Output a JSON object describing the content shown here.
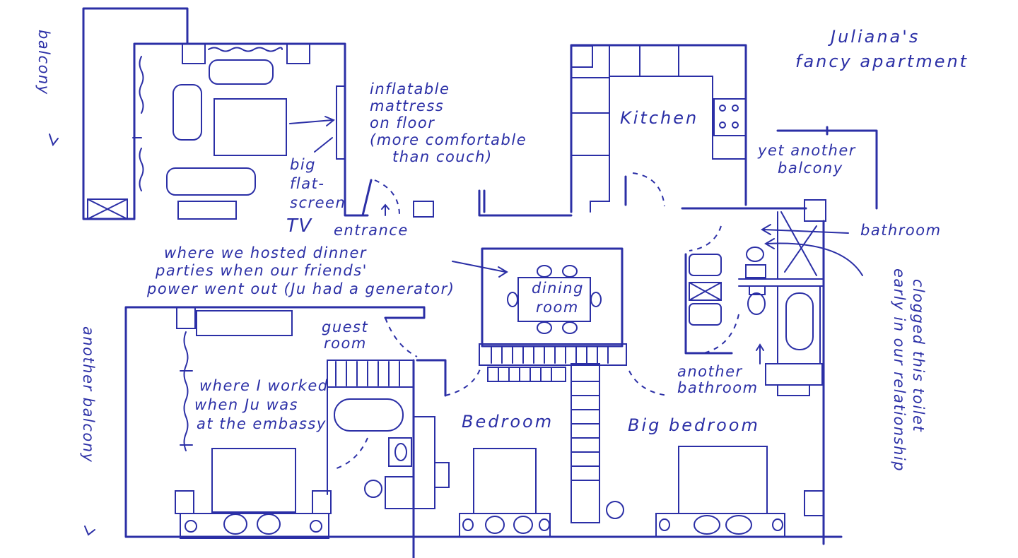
{
  "title": {
    "line1": "Juliana's",
    "line2": "fancy apartment"
  },
  "ink_color": "#2b2fa6",
  "labels": {
    "balcony_top": "balcony",
    "mattress": [
      "inflatable",
      "mattress",
      "on floor",
      "(more comfortable",
      "than couch)"
    ],
    "tv": [
      "big",
      "flat-",
      "screen",
      "TV"
    ],
    "entrance": "entrance",
    "kitchen": "Kitchen",
    "yet_another_balcony": [
      "yet another",
      "balcony"
    ],
    "bathroom": "bathroom",
    "dinner": [
      "where we hosted dinner",
      "parties when our friends'",
      "power went out (Ju had a generator)"
    ],
    "dining_room": [
      "dining",
      "room"
    ],
    "guest_room": [
      "guest",
      "room"
    ],
    "worked": [
      "where I worked",
      "when Ju was",
      "at the embassy"
    ],
    "bedroom": "Bedroom",
    "big_bedroom": "Big bedroom",
    "another_bathroom": [
      "another",
      "bathroom"
    ],
    "clogged": [
      "clogged this toilet",
      "early in our relationship"
    ],
    "another_balcony": "another balcony"
  }
}
